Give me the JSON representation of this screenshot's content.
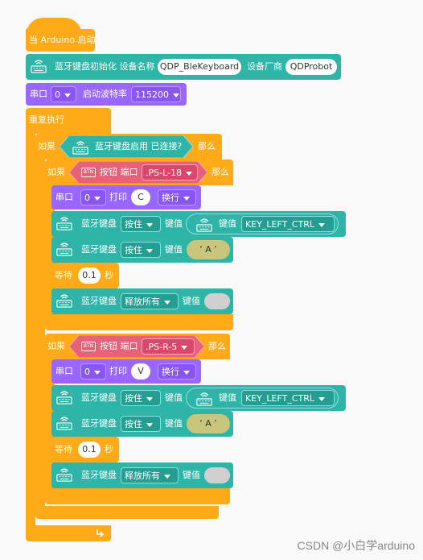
{
  "hat": {
    "label": "当 Arduino 启动"
  },
  "ble_init": {
    "label": "蓝牙键盘初始化 设备名称",
    "device_name": "QDP_BleKeyboard",
    "vendor_label": "设备厂商",
    "vendor": "QDProbot"
  },
  "serial_baud": {
    "label": "串口",
    "port": "0",
    "baud_label": "启动波特率",
    "baud": "115200"
  },
  "loop": {
    "label": "重复执行"
  },
  "if_connected": {
    "if_label": "如果",
    "cond": "蓝牙键盘启用 已连接?",
    "then_label": "那么"
  },
  "if_button1": {
    "if_label": "如果",
    "btn_icon": "BTN",
    "cond_label": "按钮 端口",
    "port": ".PS-L-18",
    "then_label": "那么"
  },
  "print1": {
    "label": "串口",
    "port": "0",
    "print_label": "打印",
    "value": "C",
    "mode": "换行"
  },
  "kb_press_ctrl1": {
    "label": "蓝牙键盘",
    "action": "按住",
    "key_label": "键值",
    "inner_key_label": "键值",
    "key": "KEY_LEFT_CTRL"
  },
  "kb_press_a1": {
    "label": "蓝牙键盘",
    "action": "按住",
    "key_label": "键值",
    "value": "A"
  },
  "wait1": {
    "label": "等待",
    "value": "0.1",
    "unit": "秒"
  },
  "kb_release1": {
    "label": "蓝牙键盘",
    "action": "释放所有",
    "key_label": "键值"
  },
  "if_button2": {
    "if_label": "如果",
    "btn_icon": "BTN",
    "cond_label": "按钮 端口",
    "port": ".PS-R-5",
    "then_label": "那么"
  },
  "print2": {
    "label": "串口",
    "port": "0",
    "print_label": "打印",
    "value": "V",
    "mode": "换行"
  },
  "kb_press_ctrl2": {
    "label": "蓝牙键盘",
    "action": "按住",
    "key_label": "键值",
    "inner_key_label": "键值",
    "key": "KEY_LEFT_CTRL"
  },
  "kb_press_a2": {
    "label": "蓝牙键盘",
    "action": "按住",
    "key_label": "键值",
    "value": "A"
  },
  "wait2": {
    "label": "等待",
    "value": "0.1",
    "unit": "秒"
  },
  "kb_release2": {
    "label": "蓝牙键盘",
    "action": "释放所有",
    "key_label": "键值"
  },
  "watermark": "CSDN @小白学arduino",
  "colors": {
    "control": "#ffab19",
    "serial": "#9966ff",
    "ble": "#2fb5a8",
    "button": "#e8607a"
  }
}
